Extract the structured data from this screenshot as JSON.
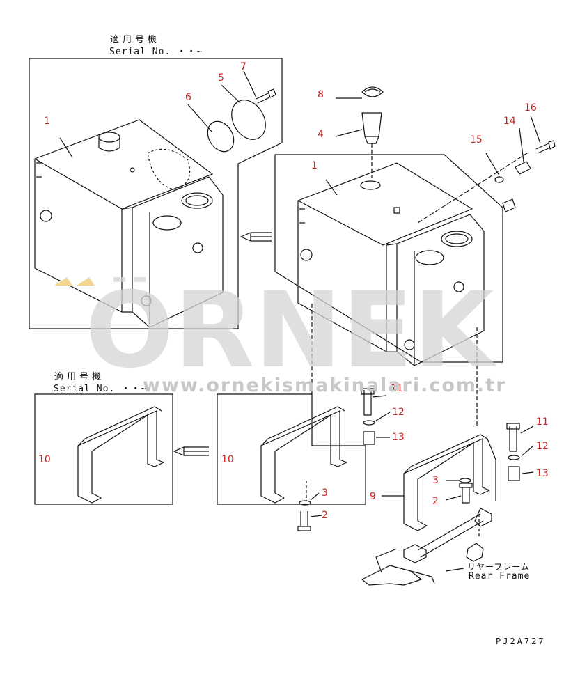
{
  "insets": {
    "top": {
      "title_jp": "適用号機",
      "serial": "Serial No. ・・~"
    },
    "bottom": {
      "title_jp": "適用号機",
      "serial": "Serial No. ・・~"
    }
  },
  "parts": {
    "p1a": "1",
    "p1b": "1",
    "p2a": "2",
    "p2b": "2",
    "p3a": "3",
    "p3b": "3",
    "p4": "4",
    "p5": "5",
    "p6": "6",
    "p7": "7",
    "p8": "8",
    "p9": "9",
    "p10a": "10",
    "p10b": "10",
    "p11a": "11",
    "p11b": "11",
    "p12a": "12",
    "p12b": "12",
    "p13a": "13",
    "p13b": "13",
    "p14": "14",
    "p15": "15",
    "p16": "16"
  },
  "rear_frame": {
    "jp": "リヤーフレーム",
    "en": "Rear Frame"
  },
  "drawing_code": "PJ2A727",
  "watermark": {
    "logo": "ÖRNEK",
    "url": "www.ornekismakinalari.com.tr"
  },
  "colors": {
    "line": "#111111",
    "part_number": "#cc2222",
    "watermark": "#d4d4d4",
    "watermark_accent": "#f2d590"
  }
}
